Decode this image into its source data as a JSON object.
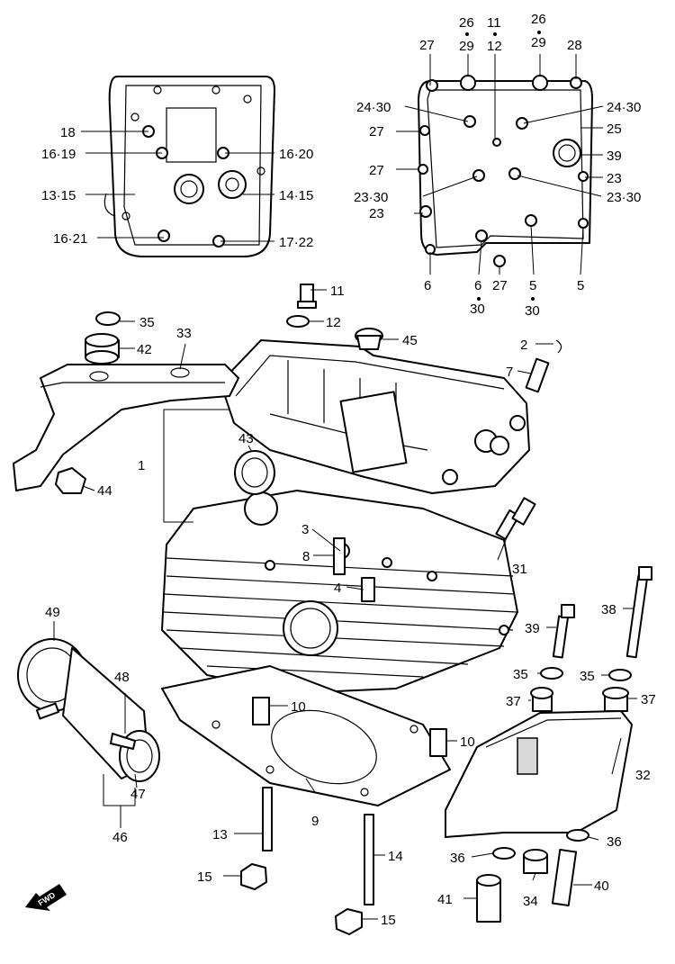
{
  "callouts": {
    "c1": "1",
    "c2": "2",
    "c3": "3",
    "c4": "4",
    "c5a": "5",
    "c5b": "5",
    "c6a": "6",
    "c6b": "6",
    "c7": "7",
    "c8": "8",
    "c9": "9",
    "c10a": "10",
    "c10b": "10",
    "c11a": "11",
    "c11b": "11",
    "c12a": "12",
    "c12b": "12",
    "c13a": "13·15",
    "c13b": "13",
    "c14a": "14·15",
    "c14b": "14",
    "c15a": "15",
    "c15b": "15",
    "c16a": "16·19",
    "c16b": "16·20",
    "c16c": "16·21",
    "c17": "17·22",
    "c18": "18",
    "c23a": "23",
    "c23b": "23·30",
    "c23c": "23",
    "c23d": "23·30",
    "c24a": "24·30",
    "c24b": "24·30",
    "c25": "25",
    "c26a": "26",
    "c26b": "26",
    "c27a": "27",
    "c27b": "27",
    "c27c": "27",
    "c27d": "27",
    "c28": "28",
    "c29a": "29",
    "c29b": "29",
    "c30a": "30",
    "c30b": "30",
    "c31": "31",
    "c32": "32",
    "c33": "33",
    "c34": "34",
    "c35a": "35",
    "c35b": "35",
    "c35c": "35",
    "c36a": "36",
    "c36b": "36",
    "c37a": "37",
    "c37b": "37",
    "c38": "38",
    "c39a": "39",
    "c39b": "39",
    "c40": "40",
    "c41": "41",
    "c42": "42",
    "c43": "43",
    "c44": "44",
    "c45": "45",
    "c46": "46",
    "c47": "47",
    "c48": "48",
    "c49": "49"
  },
  "fwd_badge": "FWD",
  "colors": {
    "line": "#000000",
    "background": "#ffffff",
    "shade": "#d9d9d9"
  }
}
